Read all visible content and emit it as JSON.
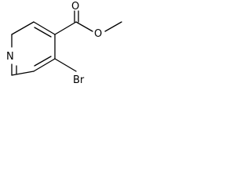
{
  "molecule": {
    "atoms": {
      "nitrogen": "N",
      "carbonyl_oxygen": "O",
      "ester_oxygen": "O",
      "bromine": "Br"
    },
    "bond_color": "#000000",
    "background_color": "#ffffff"
  }
}
